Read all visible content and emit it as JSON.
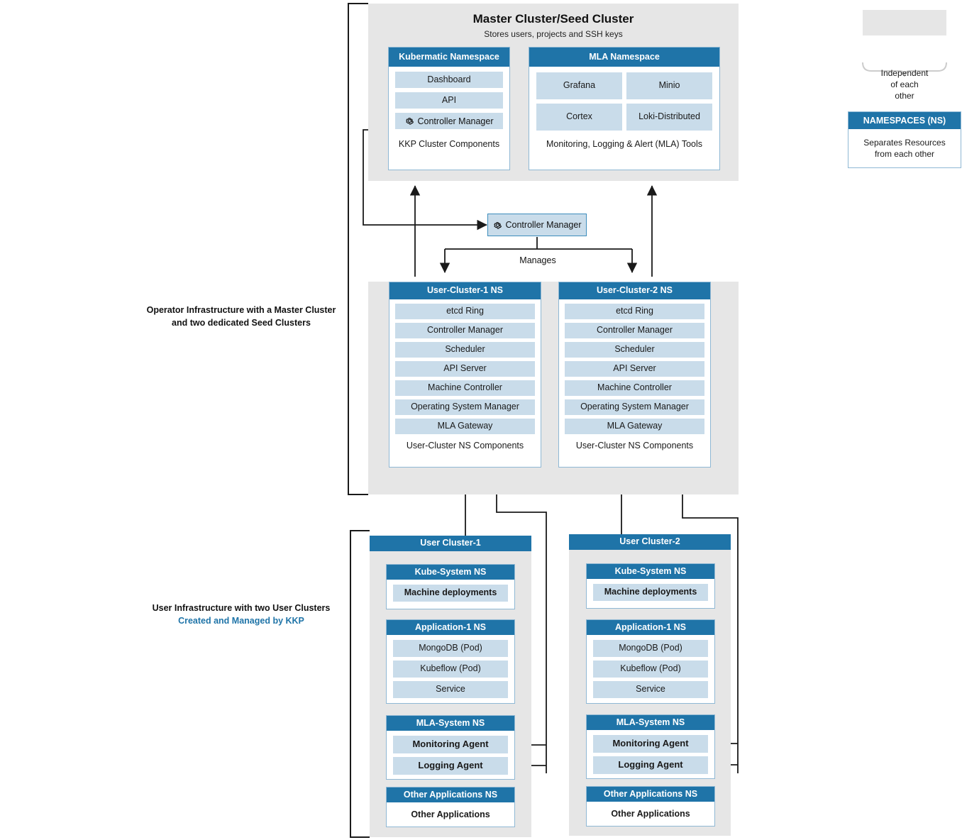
{
  "diagram": {
    "master_cluster": {
      "title": "Master Cluster/Seed Cluster",
      "subtitle": "Stores users, projects and SSH keys",
      "kubermatic_namespace": {
        "header": "Kubermatic Namespace",
        "items": [
          "Dashboard",
          "API",
          "Controller Manager"
        ],
        "caption": "KKP Cluster Components"
      },
      "mla_namespace": {
        "header": "MLA Namespace",
        "items": [
          "Grafana",
          "Minio",
          "Cortex",
          "Loki-Distributed"
        ],
        "caption": "Monitoring, Logging & Alert (MLA) Tools"
      }
    },
    "controller_manager": {
      "label": "Controller Manager",
      "icon": "gear-icon"
    },
    "manages_label": "Manages",
    "user_cluster_ns": [
      {
        "header": "User-Cluster-1 NS",
        "items": [
          "etcd Ring",
          "Controller Manager",
          "Scheduler",
          "API Server",
          "Machine Controller",
          "Operating System Manager",
          "MLA Gateway"
        ],
        "caption": "User-Cluster NS Components"
      },
      {
        "header": "User-Cluster-2 NS",
        "items": [
          "etcd Ring",
          "Controller Manager",
          "Scheduler",
          "API Server",
          "Machine Controller",
          "Operating System Manager",
          "MLA Gateway"
        ],
        "caption": "User-Cluster NS Components"
      }
    ],
    "user_clusters": [
      {
        "header": "User Cluster-1",
        "namespaces": [
          {
            "header": "Kube-System NS",
            "items": [
              "Machine deployments"
            ],
            "style": "comp"
          },
          {
            "header": "Application-1 NS",
            "items": [
              "MongoDB (Pod)",
              "Kubeflow (Pod)",
              "Service"
            ],
            "style": "comp"
          },
          {
            "header": "MLA-System NS",
            "items": [
              "Monitoring Agent",
              "Logging Agent"
            ],
            "style": "comp-bold"
          },
          {
            "header": "Other Applications NS",
            "items": [
              "Other Applications"
            ],
            "style": "plain"
          }
        ]
      },
      {
        "header": "User Cluster-2",
        "namespaces": [
          {
            "header": "Kube-System NS",
            "items": [
              "Machine deployments"
            ],
            "style": "comp"
          },
          {
            "header": "Application-1 NS",
            "items": [
              "MongoDB (Pod)",
              "Kubeflow (Pod)",
              "Service"
            ],
            "style": "comp"
          },
          {
            "header": "MLA-System NS",
            "items": [
              "Monitoring Agent",
              "Logging Agent"
            ],
            "style": "comp-bold"
          },
          {
            "header": "Other Applications NS",
            "items": [
              "Other Applications"
            ],
            "style": "plain"
          }
        ]
      }
    ],
    "side_labels": {
      "operator": {
        "line1": "Operator Infrastructure with a Master Cluster",
        "line2": "and two dedicated Seed Clusters"
      },
      "user": {
        "line1": "User Infrastructure with two User Clusters",
        "line2": "Created and Managed by KKP"
      }
    },
    "legend": {
      "independent_text_line1": "Independent",
      "independent_text_line2": "of each",
      "independent_text_line3": "other",
      "namespaces_header": "NAMESPACES (NS)",
      "namespaces_body_line1": "Separates Resources",
      "namespaces_body_line2": "from each other"
    }
  },
  "colors": {
    "header_blue": "#1f74a8",
    "component_blue": "#c9dcea",
    "panel_gray": "#e6e6e6",
    "accent_text": "#1f74a8",
    "line": "#1a1a1a"
  }
}
